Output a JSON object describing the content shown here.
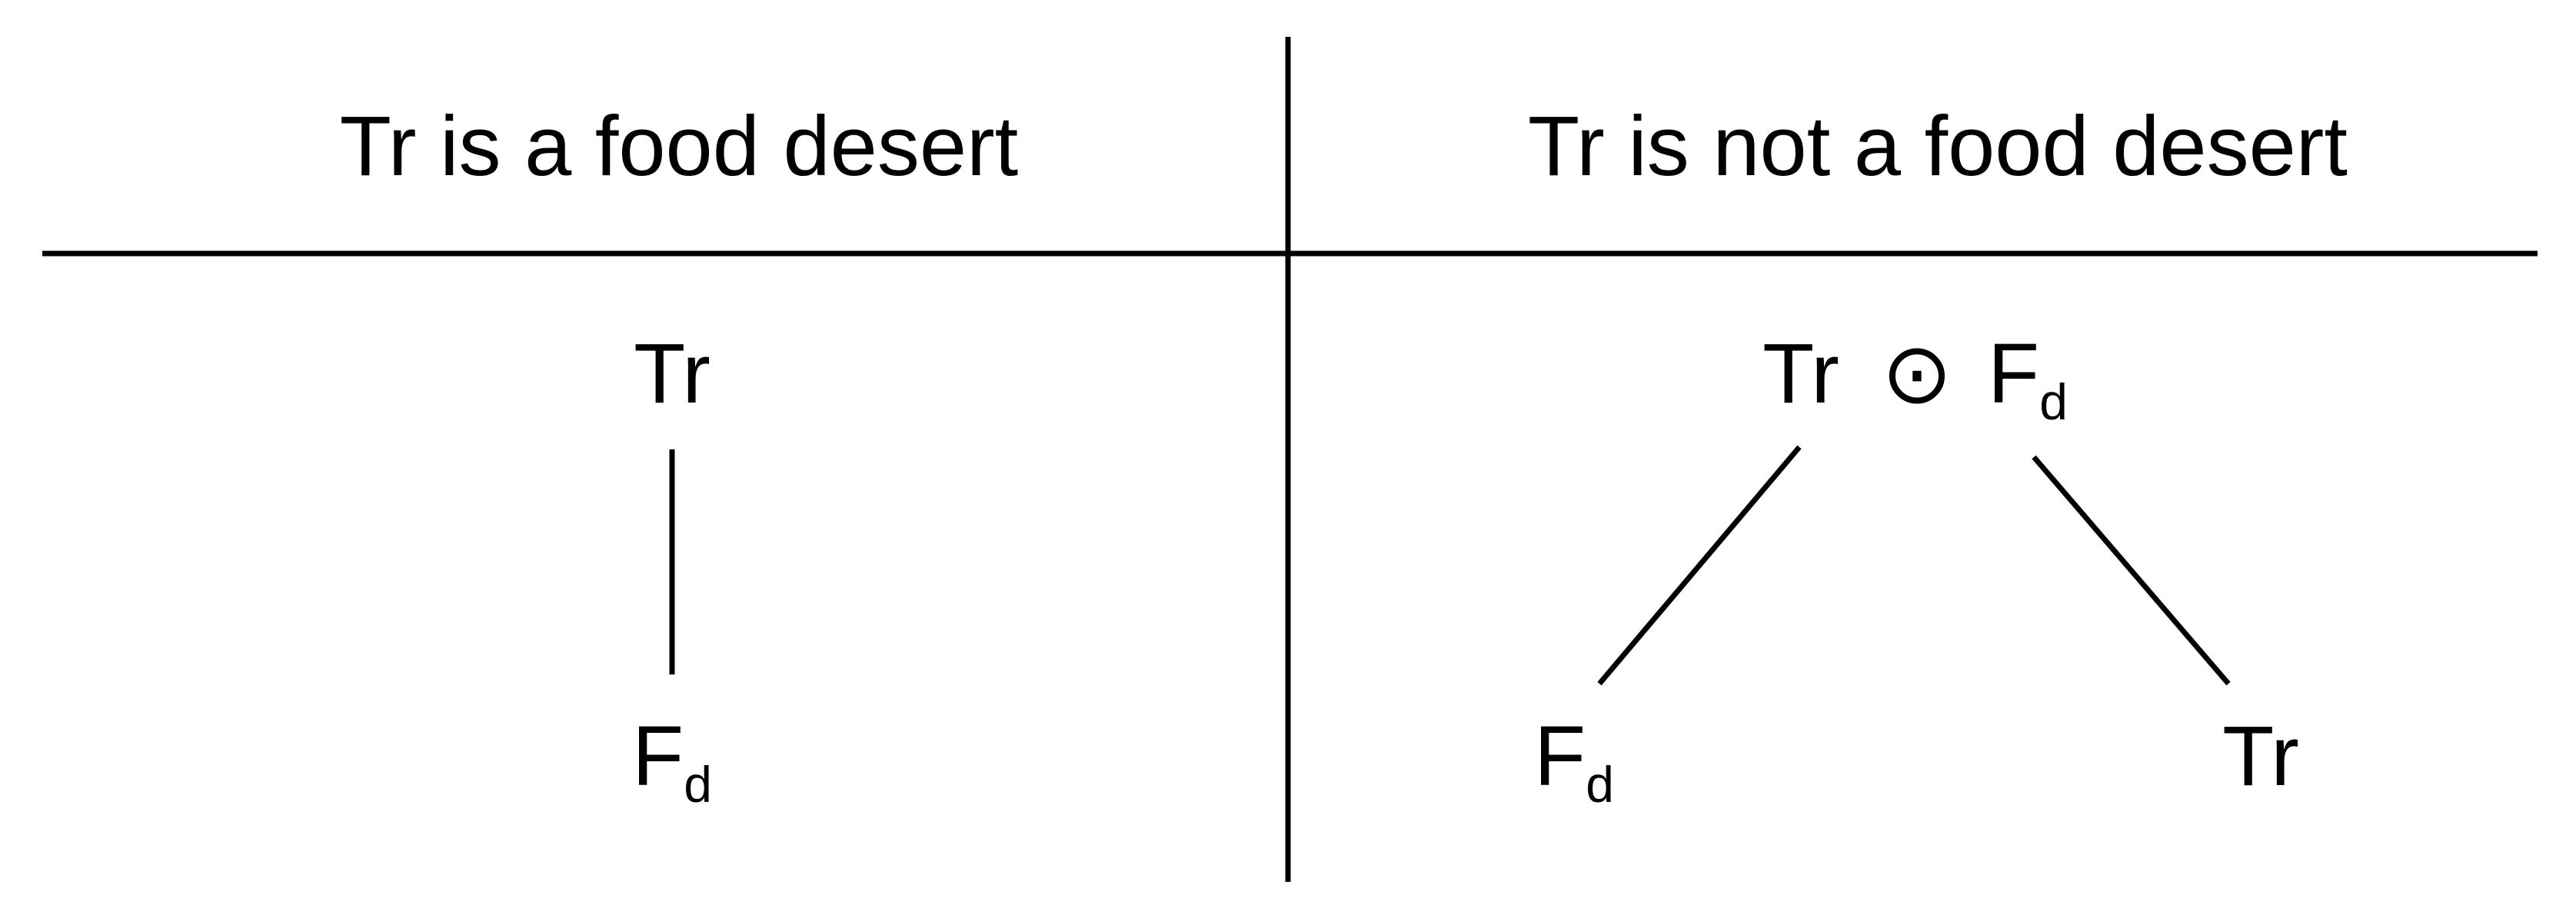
{
  "headers": {
    "left": "Tr is a food desert",
    "right": "Tr is not a food desert"
  },
  "left_tree": {
    "top": {
      "text": "Tr"
    },
    "bottom": {
      "text": "F",
      "sub": "d"
    }
  },
  "right_tree": {
    "top": {
      "left_text": "Tr",
      "operator": "⊙",
      "right_text": "F",
      "right_sub": "d"
    },
    "bottom_left": {
      "text": "F",
      "sub": "d"
    },
    "bottom_right": {
      "text": "Tr"
    }
  },
  "colors": {
    "stroke": "#000000",
    "background": "#ffffff"
  }
}
